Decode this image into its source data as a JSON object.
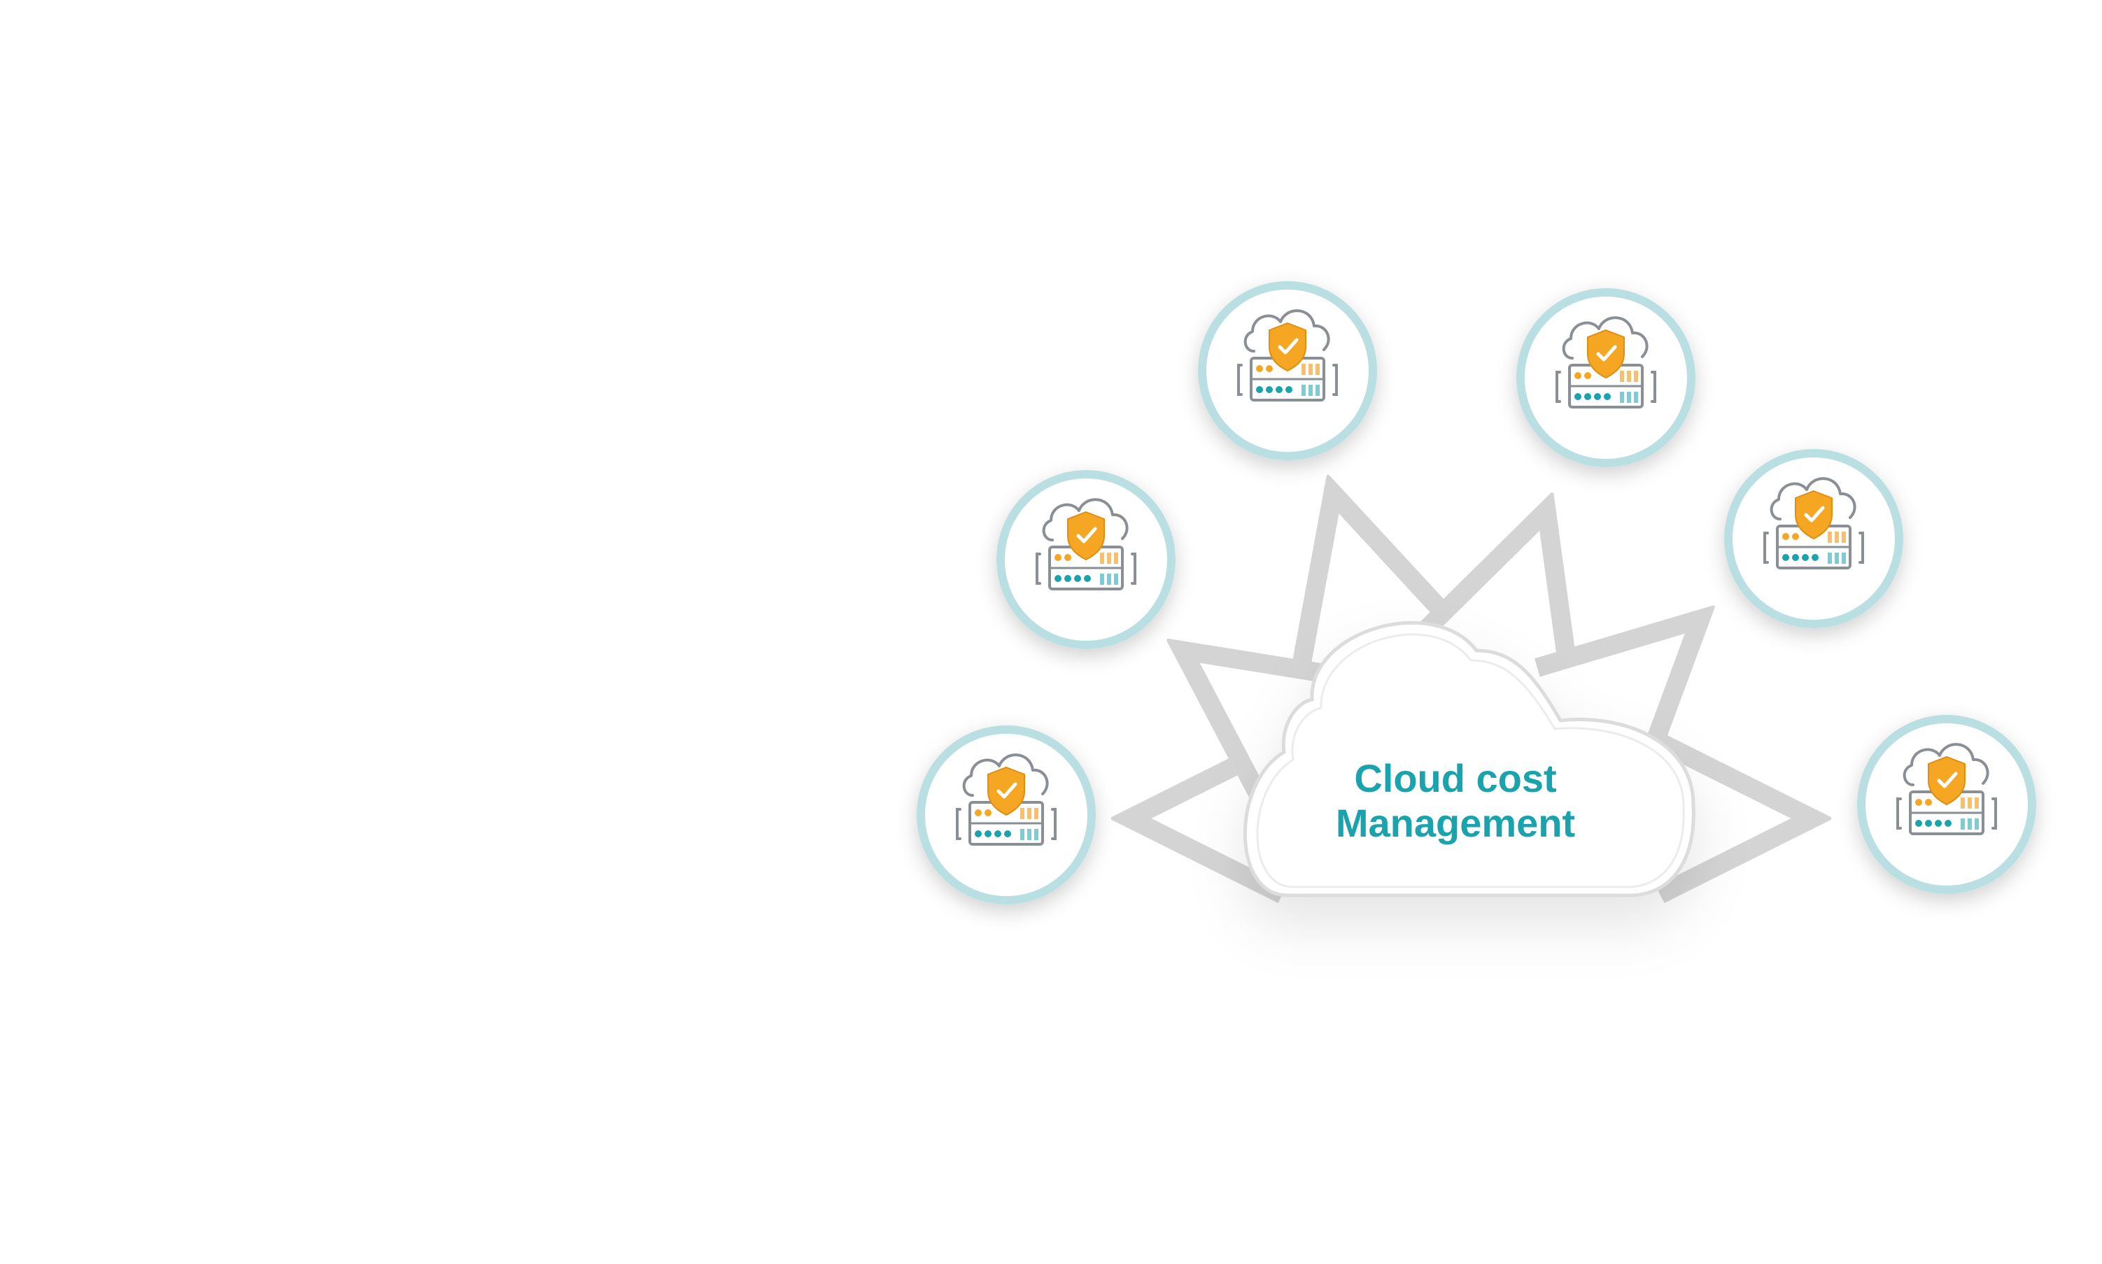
{
  "diagram": {
    "center": {
      "line1": "Cloud cost",
      "line2": "Management",
      "text_color": "#1aa3ad"
    },
    "nodes": [
      {
        "id": "node-left-bottom",
        "icon": "cloud-server-shield-icon"
      },
      {
        "id": "node-left-middle",
        "icon": "cloud-server-shield-icon"
      },
      {
        "id": "node-top-left",
        "icon": "cloud-server-shield-icon"
      },
      {
        "id": "node-top-right",
        "icon": "cloud-server-shield-icon"
      },
      {
        "id": "node-right-middle",
        "icon": "cloud-server-shield-icon"
      },
      {
        "id": "node-right-bottom",
        "icon": "cloud-server-shield-icon"
      }
    ],
    "colors": {
      "ring": "#b9dfe2",
      "shield": "#f5a623",
      "teal_dots": "#1aa3ad",
      "orange_dots": "#f5a623",
      "outline": "#8a8f96",
      "arrow": "#d9d9d9",
      "cloud_outline": "#dcdcdc"
    }
  }
}
